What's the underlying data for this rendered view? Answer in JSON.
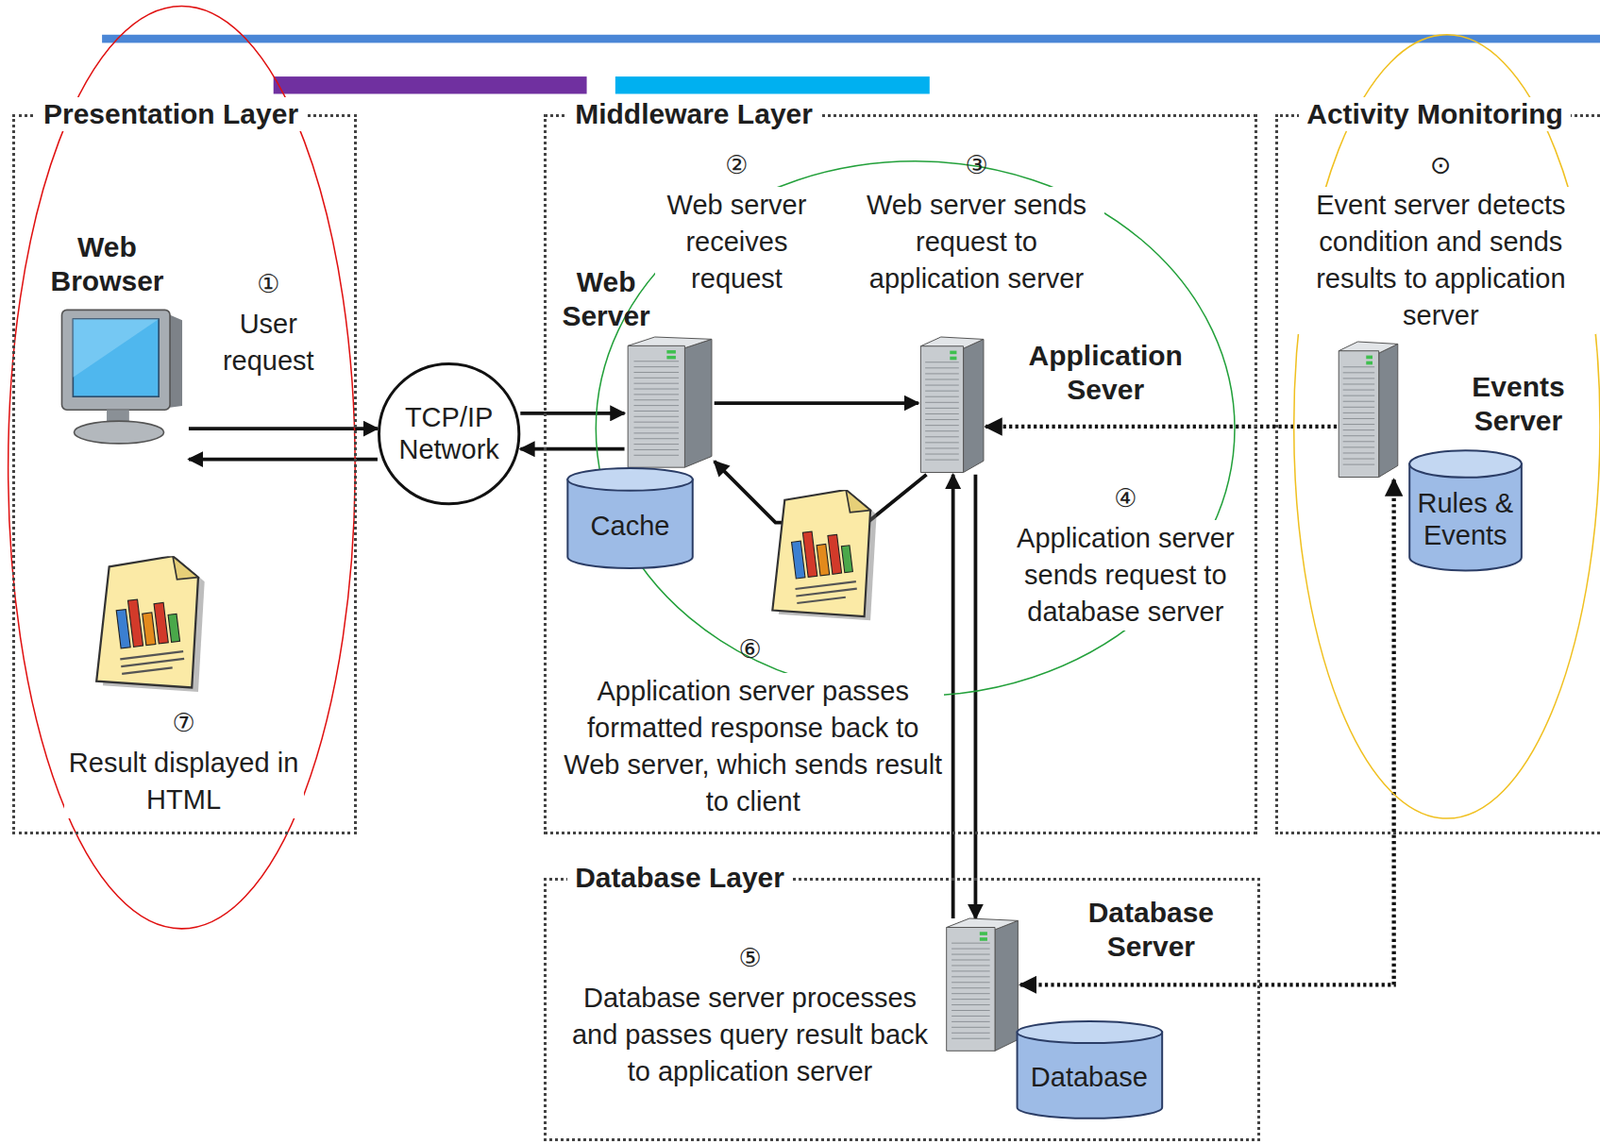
{
  "diagram": {
    "nodes": [
      {
        "text": [
          "Presentation Layer"
        ]
      },
      {
        "text": [
          "Web Browser"
        ],
        "in": 0
      },
      {
        "text": [
          "TCP/IP Network"
        ]
      },
      {
        "text": [
          "Middleware Layer"
        ]
      },
      {
        "text": [
          "Web Server"
        ],
        "in": 3
      },
      {
        "text": [
          "Cache"
        ],
        "in": 3
      },
      {
        "text": [
          "Application Sever"
        ],
        "in": 3
      },
      {
        "text": [
          "Activity Monitoring"
        ]
      },
      {
        "text": [
          "Events Server"
        ],
        "in": 7
      },
      {
        "text": [
          "Rules & Events"
        ],
        "in": 7
      },
      {
        "text": [
          "Database Layer"
        ]
      },
      {
        "text": [
          "Database Server"
        ],
        "in": 10
      },
      {
        "text": [
          "Database"
        ],
        "in": 10
      }
    ],
    "edges": [
      {
        "from": 1,
        "to": 2,
        "arrow": "to"
      },
      {
        "from": 2,
        "to": 1,
        "arrow": "to"
      },
      {
        "from": 2,
        "to": 4,
        "arrow": "to"
      },
      {
        "from": 4,
        "to": 2,
        "arrow": "to"
      },
      {
        "from": 4,
        "to": 6,
        "arrow": "to"
      },
      {
        "from": 6,
        "to": 4,
        "arrow": "to"
      },
      {
        "from": 6,
        "to": 11,
        "arrow": "to"
      },
      {
        "from": 11,
        "to": 6,
        "arrow": "to"
      },
      {
        "from": 8,
        "to": 6,
        "arrow": "to"
      },
      {
        "from": 11,
        "to": 8,
        "arrow": "both"
      }
    ],
    "labels": [
      "①",
      "User request",
      "②",
      "Web server receives request",
      "③",
      "Web server sends request to application server",
      "④",
      "Application server sends request to database server",
      "⑥",
      "Application server passes formatted response back to Web server, which sends result to client",
      "⑤",
      "Database server processes and passes query result back to application server",
      "⑦",
      "Result displayed in HTML",
      "⊙",
      "Event server detects condition and sends results to application server"
    ]
  }
}
